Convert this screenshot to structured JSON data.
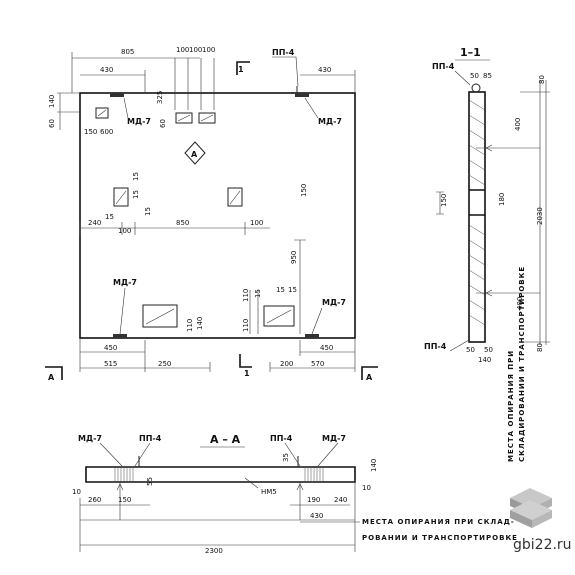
{
  "section_labels": {
    "section_1": "1–1",
    "section_a": "А – А",
    "mark_a": "А",
    "cut_a_left": "А",
    "cut_a_right": "А",
    "cut_1_top": "1",
    "cut_1_bottom": "1"
  },
  "plan": {
    "dims_top": [
      "805",
      "430",
      "100",
      "100",
      "100",
      "430"
    ],
    "dims_left": [
      "140",
      "60",
      "150",
      "600",
      "325",
      "60"
    ],
    "dims_mid": [
      "15",
      "15",
      "15",
      "240",
      "100",
      "15",
      "850",
      "100",
      "150"
    ],
    "dims_right": [
      "950"
    ],
    "dims_lower": [
      "110",
      "15",
      "15",
      "15",
      "110",
      "110",
      "140"
    ],
    "dims_bottom": [
      "450",
      "515",
      "250",
      "200",
      "570",
      "450"
    ],
    "labels": {
      "md7_tl": "МД-7",
      "md7_tr": "МД-7",
      "md7_bl": "МД-7",
      "md7_br": "МД-7",
      "pp4_top": "ПП-4"
    }
  },
  "section_1_1": {
    "labels": {
      "pp4_top": "ПП-4",
      "pp4_bottom": "ПП-4"
    },
    "dims": [
      "50",
      "85",
      "80",
      "400",
      "180",
      "150",
      "2030",
      "400",
      "80",
      "140",
      "50",
      "50"
    ],
    "note_line1": "МЕСТА ОПИРАНИЯ ПРИ",
    "note_line2": "СКЛАДИРОВАНИИ И ТРАНСПОРТИРОВКЕ"
  },
  "section_a_a": {
    "labels": {
      "md7_left": "МД-7",
      "pp4_left": "ПП-4",
      "pp4_right": "ПП-4",
      "md7_right": "МД-7"
    },
    "dims": [
      "10",
      "260",
      "150",
      "55",
      "35",
      "190",
      "240",
      "430",
      "2300",
      "140",
      "10"
    ],
    "nm": "НМ5",
    "note_line1": "МЕСТА ОПИРАНИЯ ПРИ СКЛАД-",
    "note_line2": "РОВАНИИ И ТРАНСПОРТИРОВКЕ"
  },
  "watermark": "gbi22.ru"
}
